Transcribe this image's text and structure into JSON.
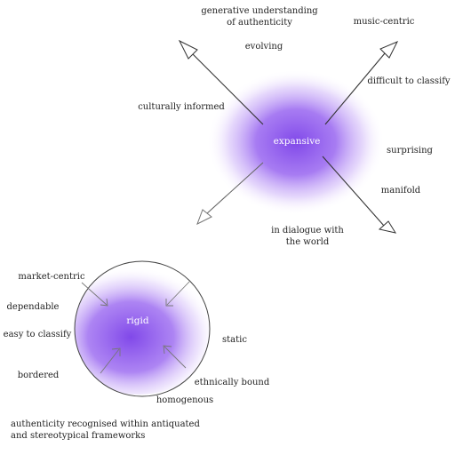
{
  "colors": {
    "accent": "#7a3fe8",
    "line": "#333333",
    "text": "#222222",
    "background": "#ffffff"
  },
  "expansive": {
    "title": "expansive",
    "labels": {
      "top": [
        "generative understanding",
        "of authenticity"
      ],
      "evolving": "evolving",
      "music_centric": "music-centric",
      "difficult": "difficult to classify",
      "culturally": "culturally informed",
      "surprising": "surprising",
      "manifold": "manifold",
      "dialogue": [
        "in dialogue with",
        "the world"
      ]
    }
  },
  "rigid": {
    "title": "rigid",
    "labels": {
      "market_centric": "market-centric",
      "dependable": "dependable",
      "easy": "easy to classify",
      "bordered": "bordered",
      "static": "static",
      "ethnically": "ethnically bound",
      "homogenous": "homogenous",
      "bottom": [
        "authenticity recognised within antiquated",
        "and stereotypical frameworks"
      ]
    }
  }
}
